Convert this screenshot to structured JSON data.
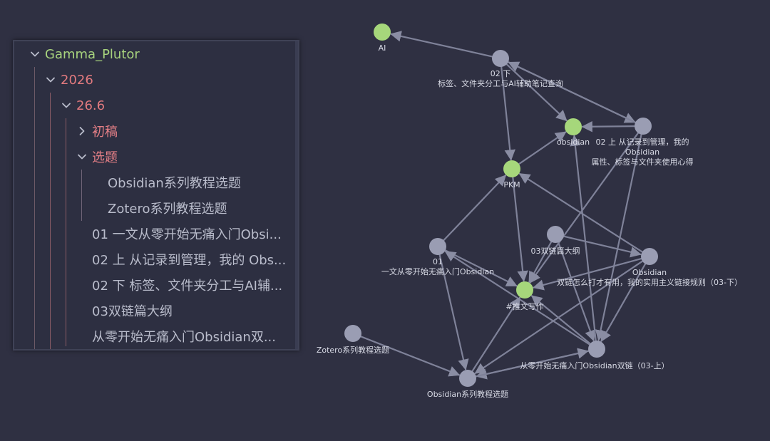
{
  "file_tree": {
    "root": {
      "label": "Gamma_Plutor",
      "icon": "chevron-down-icon"
    },
    "year": {
      "label": "2026",
      "icon": "chevron-down-icon"
    },
    "month": {
      "label": "26.6",
      "icon": "chevron-down-icon"
    },
    "drafts": {
      "label": "初稿",
      "icon": "chevron-right-icon"
    },
    "topics": {
      "label": "选题",
      "icon": "chevron-down-icon"
    },
    "topic_files": [
      {
        "label": "Obsidian系列教程选题"
      },
      {
        "label": "Zotero系列教程选题"
      }
    ],
    "files": [
      {
        "label": "01 一文从零开始无痛入门Obsi..."
      },
      {
        "label": "02 上 从记录到管理，我的 Obs..."
      },
      {
        "label": "02 下 标签、文件夹分工与AI辅..."
      },
      {
        "label": "03双链篇大纲"
      },
      {
        "label": "从零开始无痛入门Obsidian双..."
      }
    ]
  },
  "graph": {
    "colors": {
      "background": "#2f3042",
      "node_default": "#9a9db3",
      "node_tag": "#a6d77b",
      "edge": "#7f8299"
    },
    "nodes": [
      {
        "id": "ai",
        "kind": "tag",
        "lines": [
          "AI"
        ]
      },
      {
        "id": "n02x",
        "kind": "note",
        "lines": [
          "02 下",
          "标签、文件夹分工与AI辅助笔记查询"
        ]
      },
      {
        "id": "obsidian_tag",
        "kind": "tag",
        "lines": [
          "obsidian"
        ]
      },
      {
        "id": "n02s",
        "kind": "note",
        "lines": [
          "02 上 从记录到管理，我的",
          "Obsidian",
          "属性、标签与文件夹使用心得"
        ]
      },
      {
        "id": "pkm",
        "kind": "tag",
        "lines": [
          "PKM"
        ]
      },
      {
        "id": "n03",
        "kind": "note",
        "lines": [
          "03双链篇大纲"
        ]
      },
      {
        "id": "n01",
        "kind": "note",
        "lines": [
          "01",
          "一文从零开始无痛入门Obsidian"
        ]
      },
      {
        "id": "obsidian_note",
        "kind": "note",
        "lines": [
          "Obsidian",
          "双链怎么打才有用，我的实用主义链接规则（03-下）"
        ]
      },
      {
        "id": "tuiwen",
        "kind": "tag",
        "lines": [
          "#推文写作"
        ]
      },
      {
        "id": "zotero",
        "kind": "note",
        "lines": [
          "Zotero系列教程选题"
        ]
      },
      {
        "id": "shuanglian",
        "kind": "note",
        "lines": [
          "从零开始无痛入门Obsidian双链（03-上）"
        ]
      },
      {
        "id": "obs_topics",
        "kind": "note",
        "lines": [
          "Obsidian系列教程选题"
        ]
      }
    ],
    "edges": [
      [
        "n02x",
        "ai"
      ],
      [
        "n02x",
        "obsidian_tag"
      ],
      [
        "n02x",
        "pkm"
      ],
      [
        "n02x",
        "n02s"
      ],
      [
        "n02s",
        "n02x"
      ],
      [
        "n02s",
        "obsidian_tag"
      ],
      [
        "n02s",
        "tuiwen"
      ],
      [
        "n02s",
        "shuanglian"
      ],
      [
        "pkm",
        "obsidian_tag"
      ],
      [
        "pkm",
        "tuiwen"
      ],
      [
        "n01",
        "pkm"
      ],
      [
        "n01",
        "tuiwen"
      ],
      [
        "n01",
        "obs_topics"
      ],
      [
        "n03",
        "tuiwen"
      ],
      [
        "n03",
        "obsidian_note"
      ],
      [
        "n03",
        "shuanglian"
      ],
      [
        "obsidian_note",
        "pkm"
      ],
      [
        "obsidian_note",
        "tuiwen"
      ],
      [
        "obsidian_note",
        "shuanglian"
      ],
      [
        "obsidian_note",
        "obs_topics"
      ],
      [
        "shuanglian",
        "n01"
      ],
      [
        "shuanglian",
        "tuiwen"
      ],
      [
        "shuanglian",
        "obsidian_tag"
      ],
      [
        "shuanglian",
        "obs_topics"
      ],
      [
        "obs_topics",
        "tuiwen"
      ],
      [
        "obs_topics",
        "shuanglian"
      ],
      [
        "zotero",
        "obs_topics"
      ]
    ]
  }
}
